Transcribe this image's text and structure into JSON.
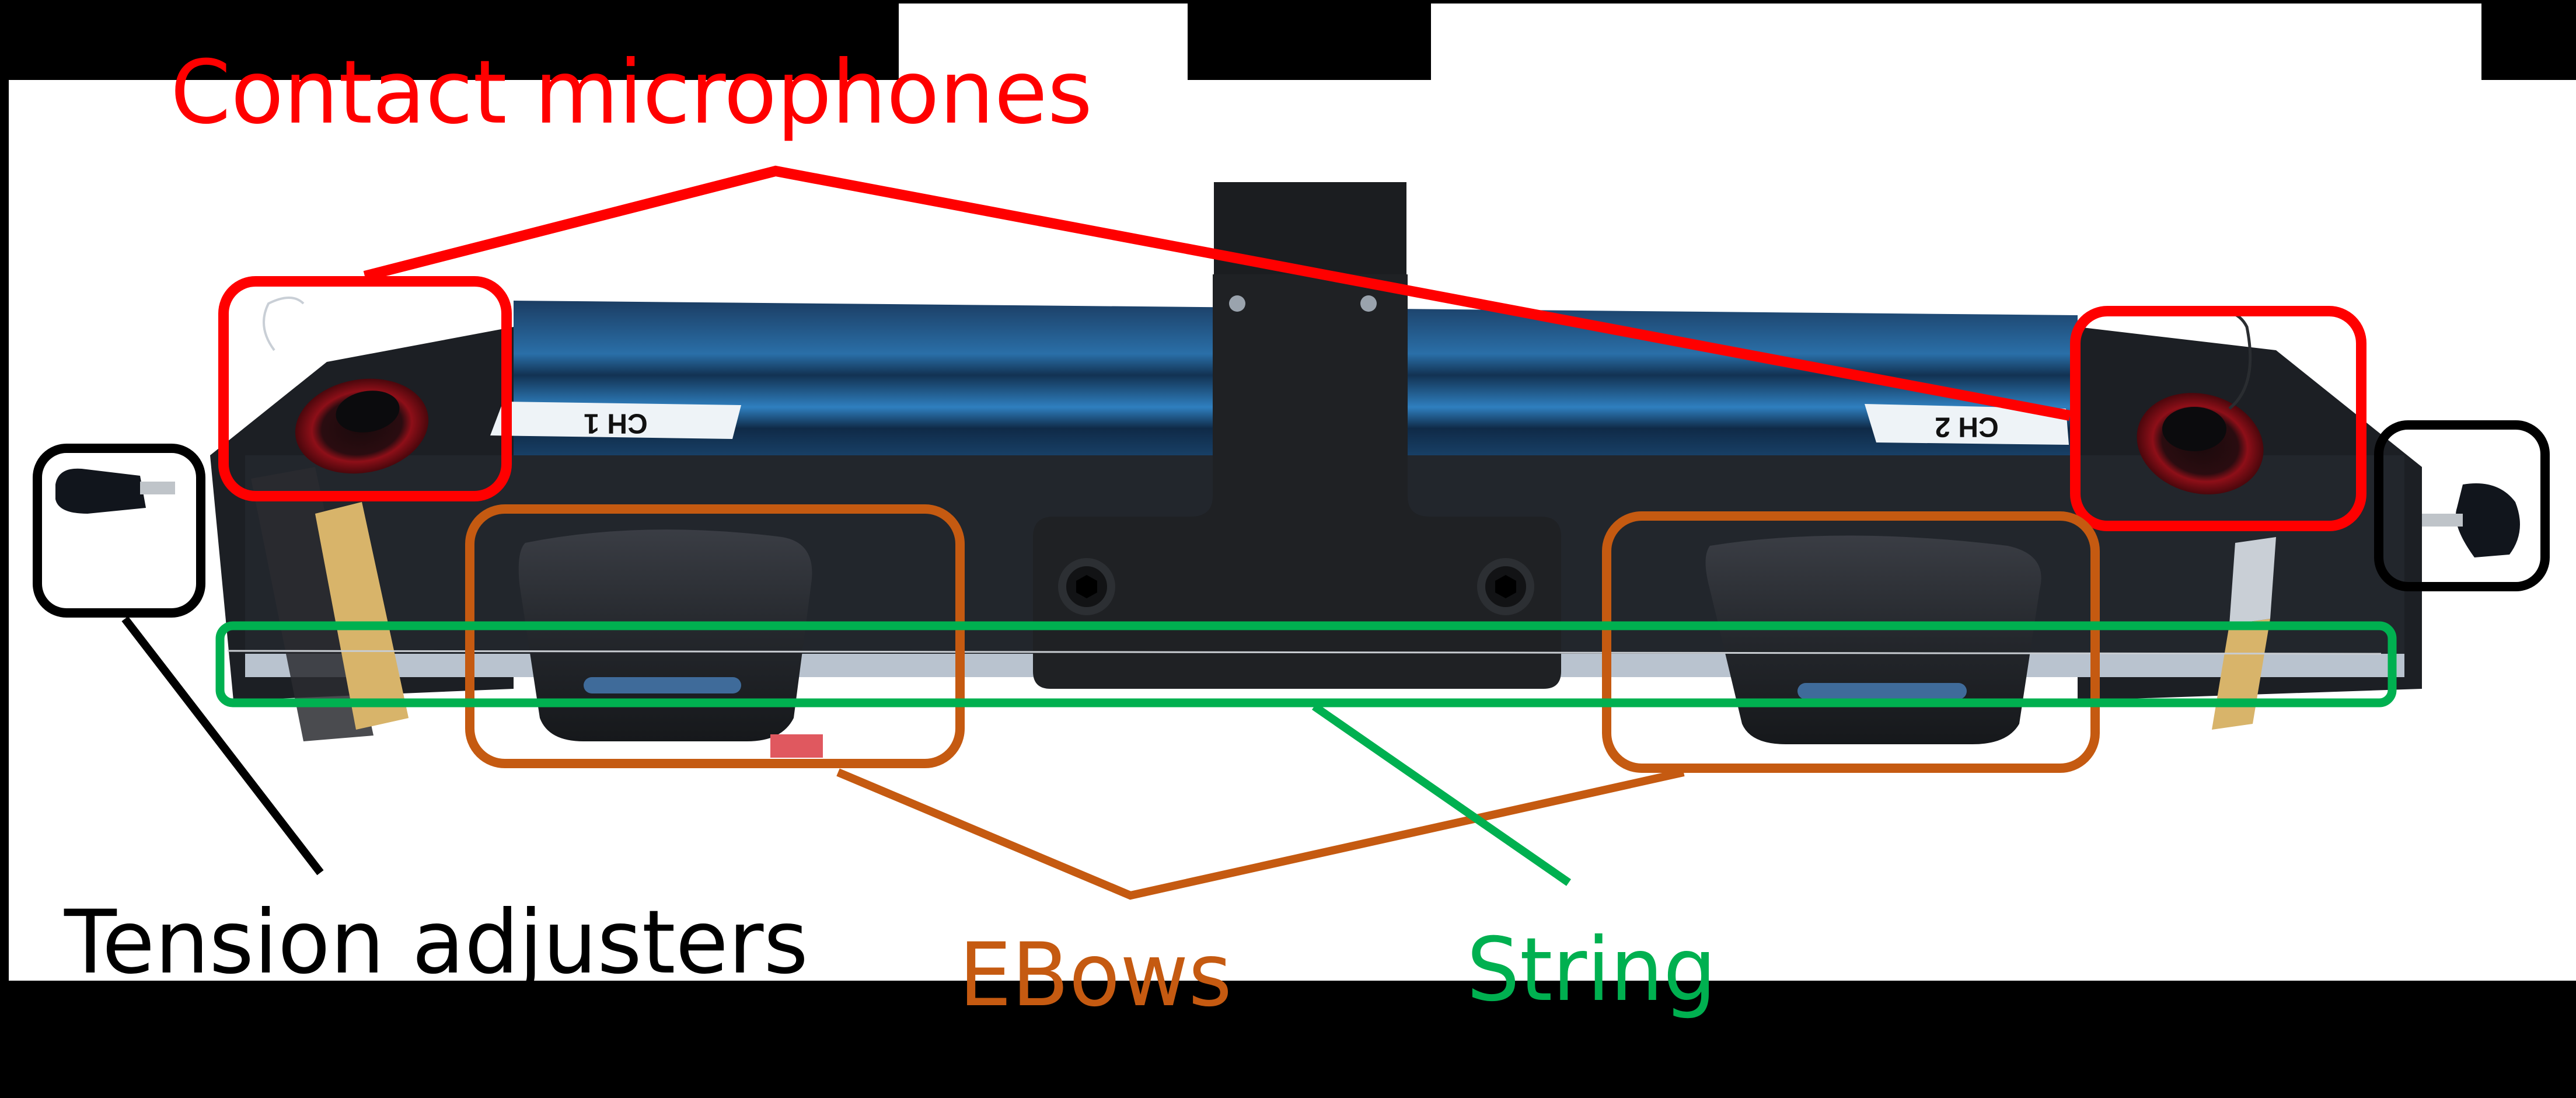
{
  "figure": {
    "description": "Annotated photo of a dual-channel string instrument rig",
    "background": "#ffffff",
    "frame_color": "#000000"
  },
  "annotations": {
    "contact_microphones": {
      "label": "Contact microphones",
      "color": "#ff0000"
    },
    "tension_adjusters": {
      "label": "Tension adjusters",
      "color": "#000000"
    },
    "ebows": {
      "label": "EBows",
      "color": "#c55a11"
    },
    "string": {
      "label": "String",
      "color": "#00b050"
    }
  },
  "device": {
    "channel_labels": [
      "CH 1",
      "CH 2"
    ],
    "rail_color": "#1f4f7a",
    "body_color": "#1c1f24",
    "mic_ring_color": "#b3121a",
    "bridge_color": "#d8b46a"
  }
}
